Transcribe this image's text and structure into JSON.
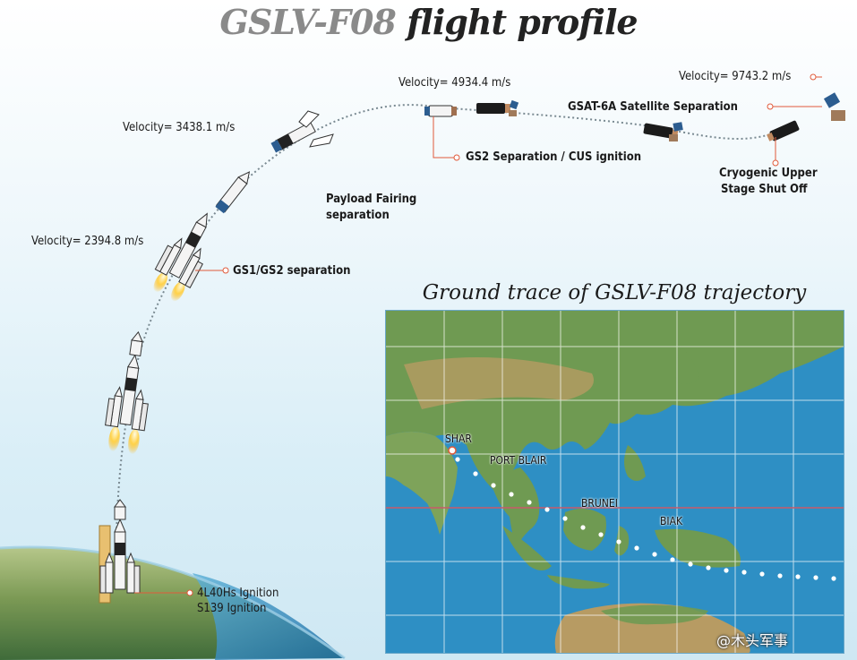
{
  "title": {
    "part1": "GSLV-F08",
    "part2": "flight profile"
  },
  "labels": {
    "velocity_1": "Velocity= 2394.8 m/s",
    "velocity_2": "Velocity= 3438.1 m/s",
    "velocity_3": "Velocity= 4934.4 m/s",
    "velocity_4": "Velocity= 9743.2 m/s",
    "gs1_gs2": "GS1/GS2 separation",
    "fairing_line1": "Payload Fairing",
    "fairing_line2": "separation",
    "gs2_cus": "GS2 Separation / CUS ignition",
    "gsat": "GSAT-6A Satellite Separation",
    "cryo_line1": "Cryogenic Upper",
    "cryo_line2": "Stage Shut Off",
    "ignition_line1": "4L40Hs Ignition",
    "ignition_line2": "S139 Ignition"
  },
  "map": {
    "title": "Ground trace of GSLV-F08 trajectory",
    "places": {
      "shar": "SHAR",
      "port_blair": "PORT BLAIR",
      "brunei": "BRUNEI",
      "biak": "BIAK"
    }
  },
  "watermark": "@木头军事",
  "colors": {
    "ocean": "#2e8fc4",
    "land": "#6f9a52",
    "desert": "#b79b63",
    "trajectory": "#7a8a92",
    "leader": "#e05a3a"
  }
}
